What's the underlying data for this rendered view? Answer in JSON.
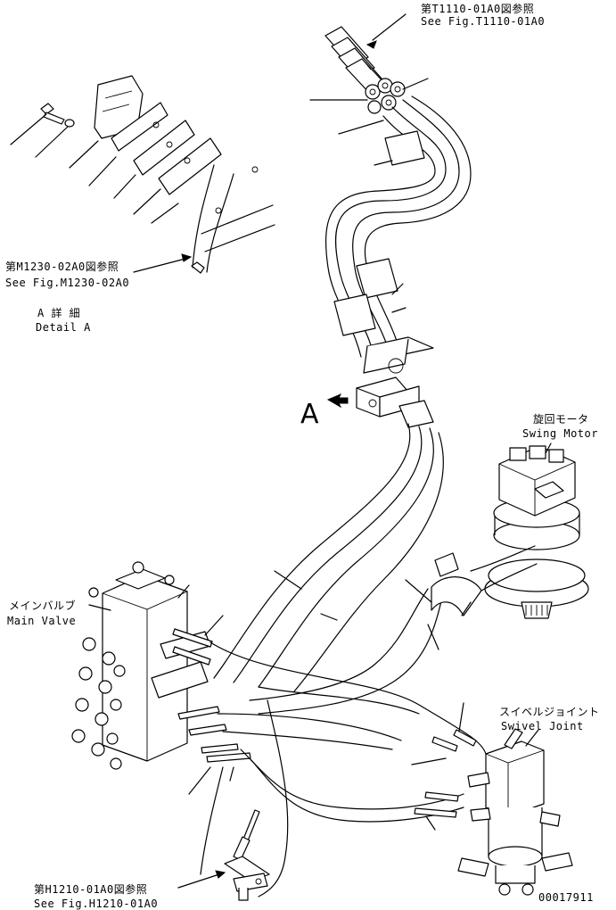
{
  "refs": {
    "t1110_jp": "第T1110-01A0図参照",
    "t1110_en": "See Fig.T1110-01A0",
    "m1230_jp": "第M1230-02A0図参照",
    "m1230_en": "See Fig.M1230-02A0",
    "h1210_jp": "第H1210-01A0図参照",
    "h1210_en": "See Fig.H1210-01A0"
  },
  "detail": {
    "jp": "A 詳 細",
    "en": "Detail A"
  },
  "view_marker": "A",
  "components": {
    "swing_motor_jp": "旋回モータ",
    "swing_motor_en": "Swing Motor",
    "main_valve_jp": "メインバルブ",
    "main_valve_en": "Main Valve",
    "swivel_joint_jp": "スイベルジョイント",
    "swivel_joint_en": "Swivel Joint"
  },
  "drawing_number": "00017911"
}
